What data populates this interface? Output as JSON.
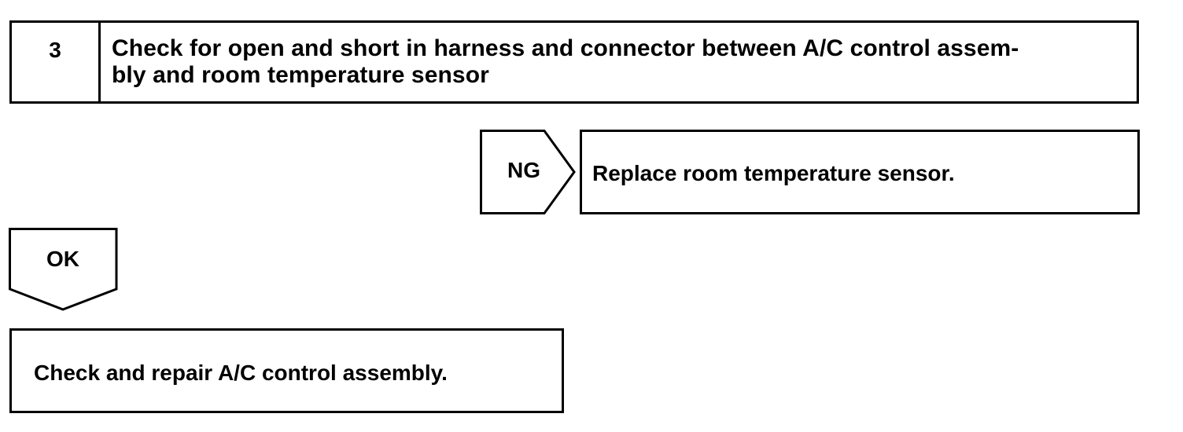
{
  "step": {
    "number": "3",
    "title": "Check for open and short in harness and connector between A/C control assem-bly and room temperature sensor",
    "title_lines": [
      "Check for open and short in harness and connector between A/C control assem-",
      "bly and room temperature sensor"
    ]
  },
  "ng_branch": {
    "label": "NG",
    "action": "Replace room temperature sensor."
  },
  "ok_branch": {
    "label": "OK",
    "action": "Check and repair A/C control assembly."
  },
  "colors": {
    "line": "#000000",
    "background": "#ffffff"
  }
}
